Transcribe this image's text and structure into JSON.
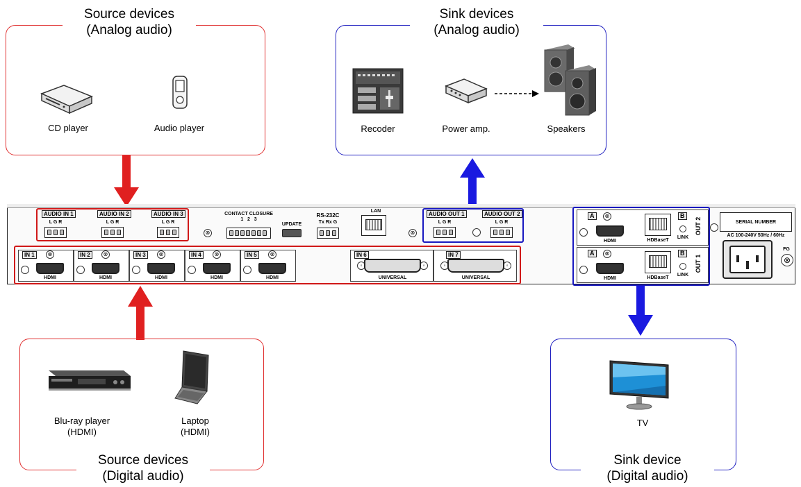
{
  "groups": {
    "source_analog": {
      "title": "Source devices\n(Analog audio)",
      "devices": [
        "CD player",
        "Audio player"
      ]
    },
    "sink_analog": {
      "title": "Sink devices\n(Analog audio)",
      "devices": [
        "Recoder",
        "Power amp.",
        "Speakers"
      ]
    },
    "source_digital": {
      "title": "Source devices\n(Digital audio)",
      "devices": [
        "Blu-ray player\n(HDMI)",
        "Laptop\n(HDMI)"
      ]
    },
    "sink_digital": {
      "title": "Sink device\n(Digital audio)",
      "devices": [
        "TV"
      ]
    }
  },
  "panel": {
    "audio_in": [
      "AUDIO IN 1",
      "AUDIO IN 2",
      "AUDIO IN 3"
    ],
    "audio_pins": "L G R",
    "contact_closure": "CONTACT CLOSURE",
    "contact_numbers": "1   2   3",
    "update": "UPDATE",
    "rs232c": "RS-232C",
    "rs232c_pins": "Tx Rx G",
    "lan": "LAN",
    "audio_out": [
      "AUDIO OUT 1",
      "AUDIO OUT 2"
    ],
    "inputs": [
      "IN 1",
      "IN 2",
      "IN 3",
      "IN 4",
      "IN 5",
      "IN 6",
      "IN 7"
    ],
    "hdmi": "HDMI",
    "universal": "UNIVERSAL",
    "out_a": "A",
    "out_b": "B",
    "hdbaset": "HDBaseT",
    "link": "LINK",
    "out2": "OUT 2",
    "out1": "OUT 1",
    "serial_number": "SERIAL NUMBER",
    "power": "AC 100-240V 50Hz / 60Hz",
    "fg": "FG"
  },
  "colors": {
    "source": "#e02020",
    "sink": "#1a1ae0",
    "group_red": "#e03030",
    "group_blue": "#2020c0"
  }
}
